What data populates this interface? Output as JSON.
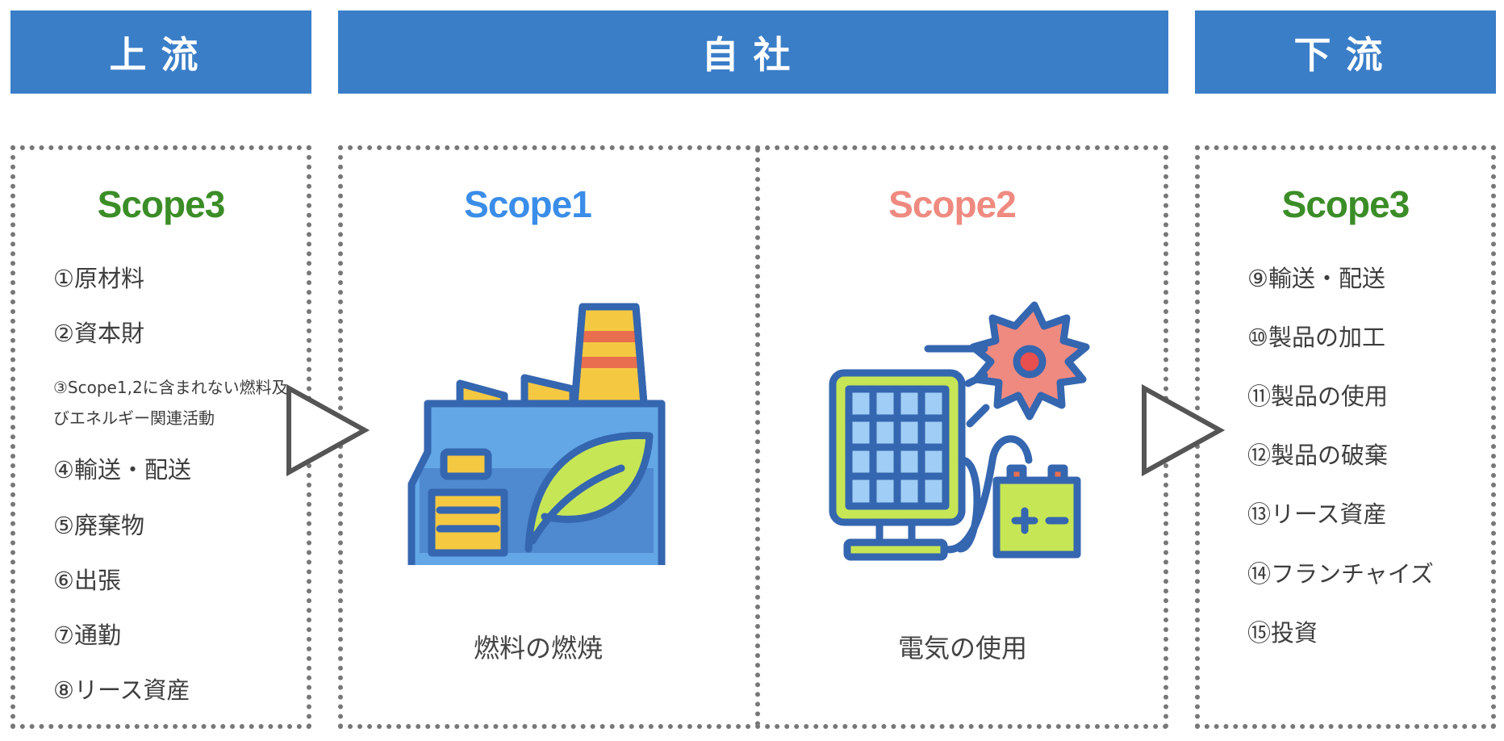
{
  "headers": {
    "upstream": "上流",
    "own_company": "自社",
    "downstream": "下流"
  },
  "colors": {
    "header_bg": "#3a7ec8",
    "scope3": "#3b8d27",
    "scope1": "#3a8de8",
    "scope2": "#ef8a80",
    "dotted_border": "#777777"
  },
  "upstream": {
    "scope_label": "Scope3",
    "items": [
      "①原材料",
      "②資本財",
      "③Scope1,2に含まれない燃料及びエネルギー関連活動",
      "④輸送・配送",
      "⑤廃棄物",
      "⑥出張",
      "⑦通勤",
      "⑧リース資産"
    ]
  },
  "scope1": {
    "scope_label": "Scope1",
    "icon": "factory-leaf-icon",
    "caption": "燃料の燃焼"
  },
  "scope2": {
    "scope_label": "Scope2",
    "icon": "solar-panel-battery-icon",
    "caption": "電気の使用"
  },
  "downstream": {
    "scope_label": "Scope3",
    "items": [
      "⑨輸送・配送",
      "⑩製品の加工",
      "⑪製品の使用",
      "⑫製品の破棄",
      "⑬リース資産",
      "⑭フランチャイズ",
      "⑮投資"
    ]
  },
  "arrows": [
    "right-triangle-arrow",
    "right-triangle-arrow"
  ]
}
